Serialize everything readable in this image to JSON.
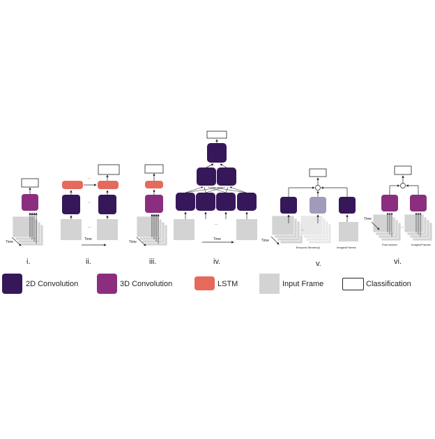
{
  "panels": [
    {
      "numeral": "i."
    },
    {
      "numeral": "ii."
    },
    {
      "numeral": "iii."
    },
    {
      "numeral": "iv."
    },
    {
      "numeral": "v."
    },
    {
      "numeral": "vi."
    }
  ],
  "annotations": {
    "time": "Time",
    "ellipsis": "...",
    "temporal_streams": "Temporal Stream(s)",
    "images_frames": "Images/Frames",
    "flow_stream": "Flow stream",
    "fusion_symbol": "⊙"
  },
  "legend": [
    {
      "label": "2D Convolution",
      "color": "#35175a",
      "icon": "2d-convolution-swatch"
    },
    {
      "label": "3D Convolution",
      "color": "#8b2e80",
      "icon": "3d-convolution-swatch"
    },
    {
      "label": "LSTM",
      "color": "#e56a5c",
      "icon": "lstm-swatch"
    },
    {
      "label": "Input Frame",
      "color": "#d3d3d3",
      "icon": "input-frame-swatch"
    },
    {
      "label": "Classification",
      "color": "#ffffff",
      "icon": "classification-swatch"
    }
  ],
  "colors": {
    "conv2d": "#35175a",
    "conv3d": "#8b2e80",
    "lstm": "#e56a5c",
    "input": "#d3d3d3",
    "temporal": "#a39ab8",
    "line": "#222222"
  }
}
